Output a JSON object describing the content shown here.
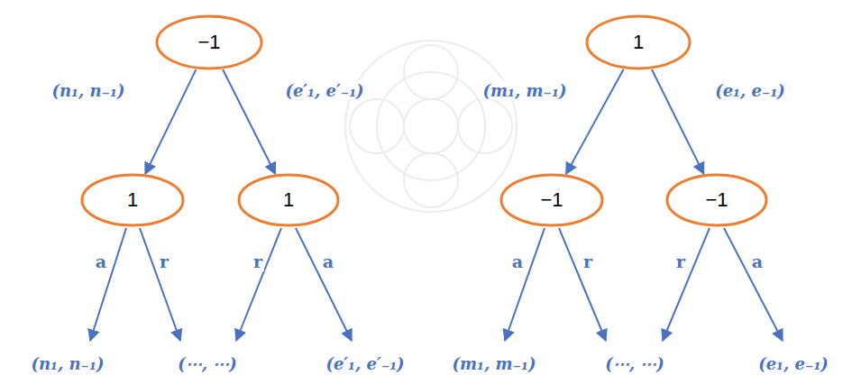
{
  "diagram": {
    "nodes": [
      {
        "text": [
          "−1"
        ]
      },
      {
        "text": [
          "1"
        ]
      },
      {
        "text": [
          "1"
        ]
      },
      {
        "text": [
          "1"
        ]
      },
      {
        "text": [
          "−1"
        ]
      },
      {
        "text": [
          "−1"
        ]
      }
    ],
    "edges": [
      {
        "from": 0,
        "to": 2,
        "arrow": "to",
        "label": "(n₁, n₋₁)"
      },
      {
        "from": 0,
        "to": 3,
        "arrow": "to",
        "label": "(e′₁, e′₋₁)"
      },
      {
        "from": 1,
        "to": 4,
        "arrow": "to",
        "label": "(m₁, m₋₁)"
      },
      {
        "from": 1,
        "to": 5,
        "arrow": "to",
        "label": "(e₁, e₋₁)"
      }
    ],
    "labels": [
      "a",
      "r",
      "r",
      "a",
      "a",
      "r",
      "r",
      "a",
      "(n₁, n₋₁)",
      "(⋯, ⋯)",
      "(e′₁, e′₋₁)",
      "(m₁, m₋₁)",
      "(⋯, ⋯)",
      "(e₁, e₋₁)"
    ]
  }
}
